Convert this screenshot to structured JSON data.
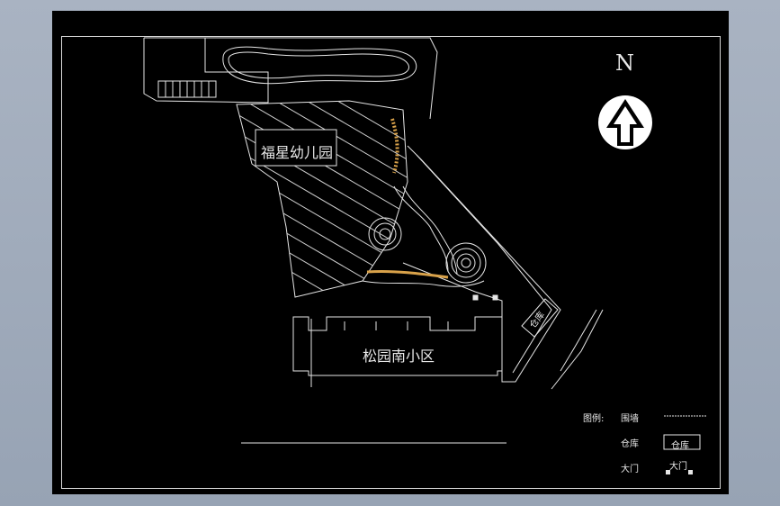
{
  "labels": {
    "kindergarten": "福星幼儿园",
    "community": "松园南小区",
    "warehouse_plan": "仓库",
    "north": "N"
  },
  "legend": {
    "title": "图例:",
    "items": [
      {
        "name": "围墙",
        "symbol": "wall-line"
      },
      {
        "name": "仓库",
        "symbol": "warehouse-box",
        "symbol_text": "仓库"
      },
      {
        "name": "大门",
        "symbol": "gate-posts",
        "symbol_text": "大门"
      }
    ]
  },
  "colors": {
    "background": "#000000",
    "linework": "#e6e6e6",
    "path_orange": "#d9a24a",
    "window_bg": "#a0abbb"
  }
}
